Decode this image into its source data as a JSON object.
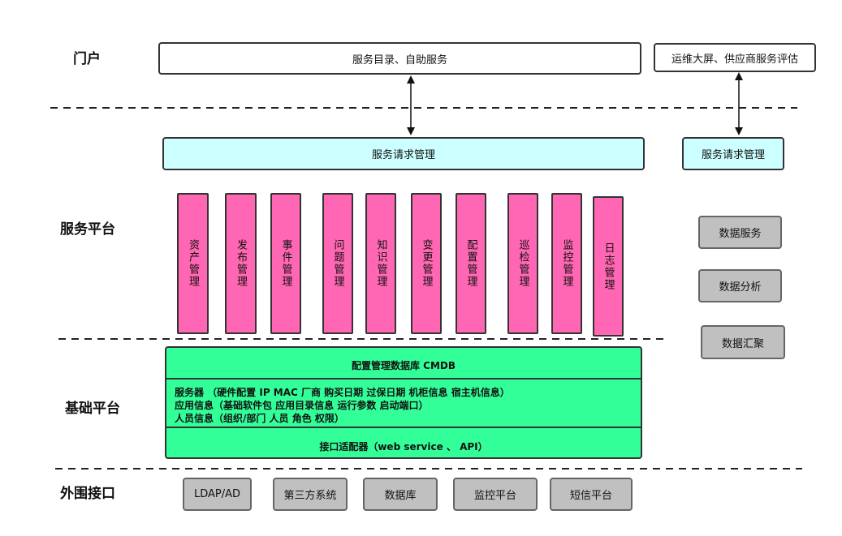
{
  "layers": {
    "portal": "门户",
    "service_platform": "服务平台",
    "base_platform": "基础平台",
    "external": "外围接口"
  },
  "portal": {
    "main_box": "服务目录、自助服务",
    "right_box": "运维大屏、供应商服务评估"
  },
  "service_request": {
    "main": "服务请求管理",
    "right": "服务请求管理"
  },
  "modules": [
    "资产管理",
    "发布管理",
    "事件管理",
    "问题管理",
    "知识管理",
    "变更管理",
    "配置管理",
    "巡检管理",
    "监控管理",
    "日志管理"
  ],
  "data_boxes": [
    "数据服务",
    "数据分析",
    "数据汇聚"
  ],
  "cmdb": {
    "title": "配置管理数据库 CMDB",
    "line1": "服务器  （硬件配置 IP MAC 厂商 购买日期 过保日期 机柜信息 宿主机信息）",
    "line2": "应用信息（基础软件包  应用目录信息 运行参数 启动端口）",
    "line3": "人员信息（组织/部门  人员  角色 权限）",
    "adapter": "接口适配器（web service 、 API）"
  },
  "external": [
    "LDAP/AD",
    "第三方系统",
    "数据库",
    "监控平台",
    "短信平台"
  ],
  "colors": {
    "portal_box": "#ffffff",
    "request_box": "#ccffff",
    "module": "#ff66b3",
    "data_box": "#c0c0c0",
    "cmdb": "#33ff99",
    "external_box": "#c0c0c0"
  }
}
